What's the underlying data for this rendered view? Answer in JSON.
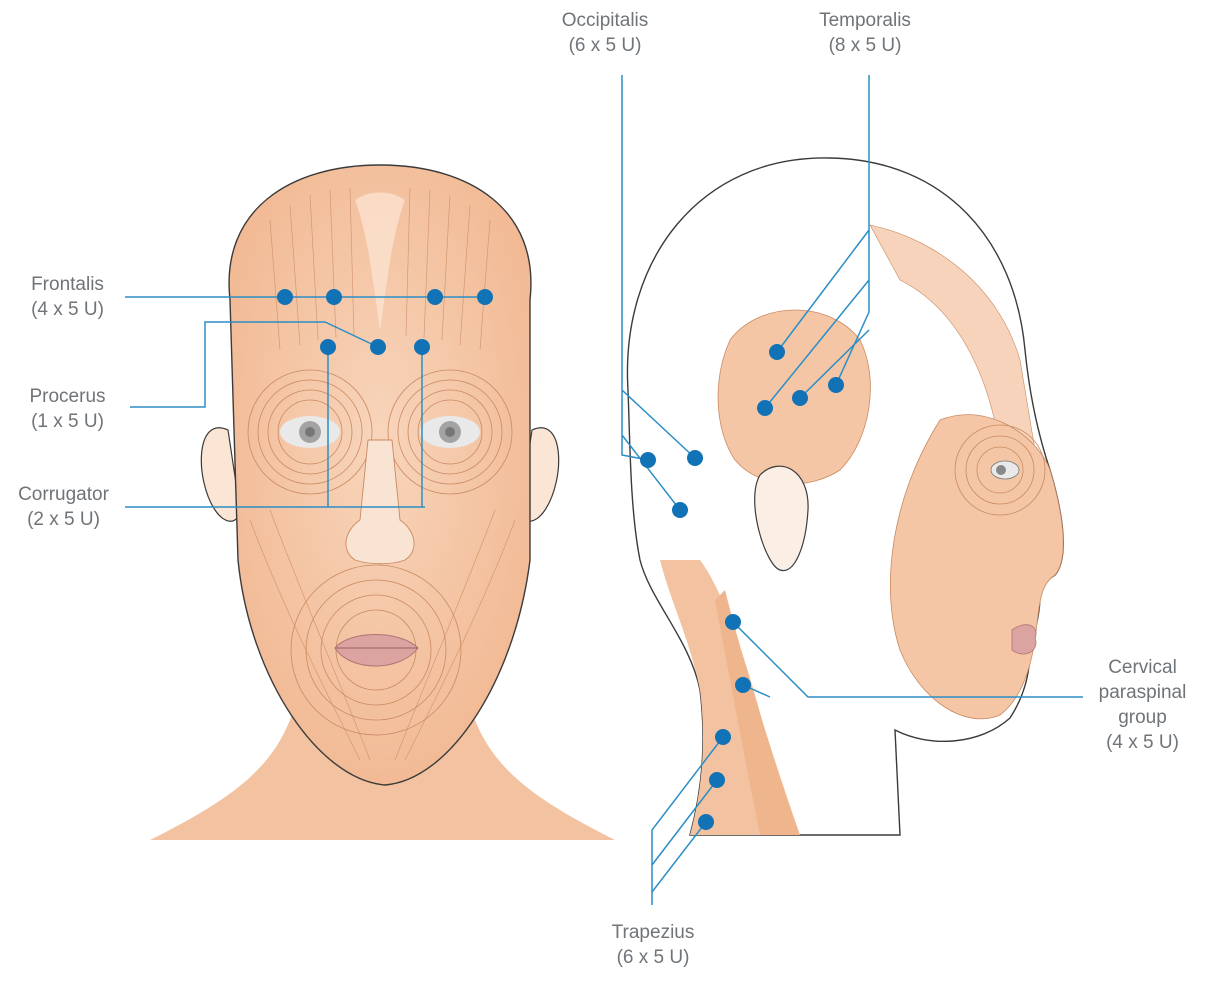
{
  "colors": {
    "callout_line": "#2b8ec6",
    "dot": "#1272b6",
    "skin_fill": "#f4c3a0",
    "muscle_line": "#c98a62",
    "outline": "#3b3b3b",
    "label_text": "#6f7479"
  },
  "labels": {
    "occipitalis": {
      "name": "Occipitalis",
      "dose": "(6 x 5 U)"
    },
    "temporalis": {
      "name": "Temporalis",
      "dose": "(8 x 5 U)"
    },
    "frontalis": {
      "name": "Frontalis",
      "dose": "(4 x 5 U)"
    },
    "procerus": {
      "name": "Procerus",
      "dose": "(1 x 5 U)"
    },
    "corrugator": {
      "name": "Corrugator",
      "dose": "(2 x 5 U)"
    },
    "cervical": {
      "line1": "Cervical",
      "line2": "paraspinal",
      "line3": "group",
      "dose": "(4 x 5 U)"
    },
    "trapezius": {
      "name": "Trapezius",
      "dose": "(6 x 5 U)"
    }
  }
}
